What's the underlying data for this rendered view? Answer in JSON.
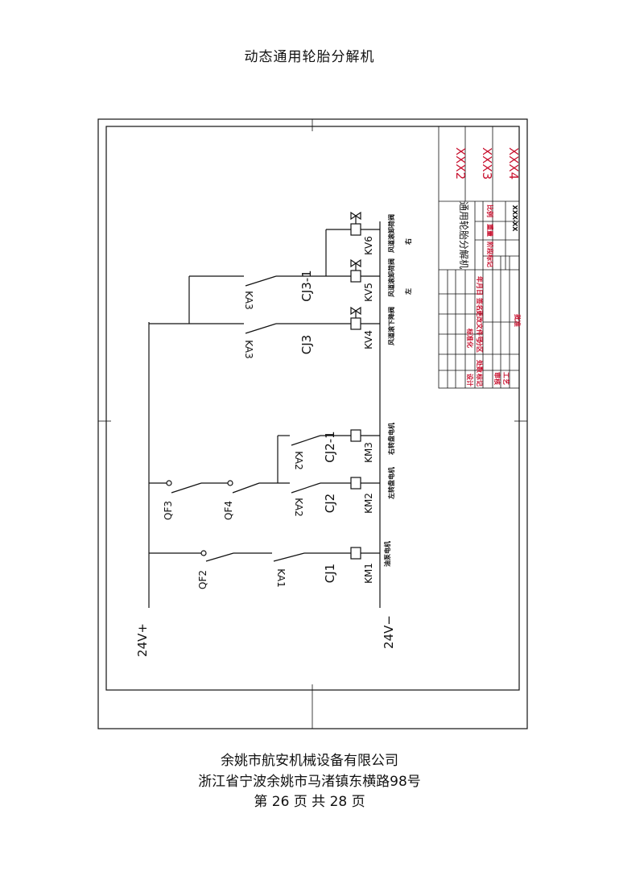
{
  "document": {
    "title": "动态通用轮胎分解机",
    "company": "余姚市航安机械设备有限公司",
    "address": "浙江省宁波余姚市马渚镇东横路98号",
    "page": "第 26 页 共 28 页"
  },
  "drawing": {
    "rails": {
      "positive": "24V+",
      "negative": "24V−"
    },
    "circuits": [
      {
        "breaker": "QF2",
        "relay": "KA1",
        "contact": "CJ1",
        "coil": "KM1",
        "load": "油泵电机"
      },
      {
        "breakers": [
          "QF3",
          "QF4"
        ],
        "relay": "KA2",
        "contact": "CJ2",
        "coil": "KM2",
        "load": "左转盘电机"
      },
      {
        "relay": "KA2",
        "contact": "CJ2-1",
        "coil": "KM3",
        "load": "右转盘电机"
      },
      {
        "relay": "KA3",
        "contact": "CJ3",
        "coil": "KV4",
        "load": "风道滚下降阀"
      },
      {
        "relay": "KA3",
        "contact": "CJ3-1",
        "coil": "KV5",
        "load": "风道滚卸荷阀",
        "side": "左"
      },
      {
        "coil": "KV6",
        "load": "风道滚卸荷阀",
        "side": "右"
      }
    ]
  },
  "title_block": {
    "revisions": [
      "XXX2",
      "XXX3",
      "XXX4"
    ],
    "name": "通用轮胎分解机",
    "code": "XXX-XX",
    "cells": [
      "标记",
      "处数",
      "分区",
      "更改文件号",
      "签名",
      "年月日",
      "设计",
      "标准化",
      "审核",
      "工艺",
      "批准",
      "阶段标记",
      "重量",
      "比例"
    ]
  }
}
